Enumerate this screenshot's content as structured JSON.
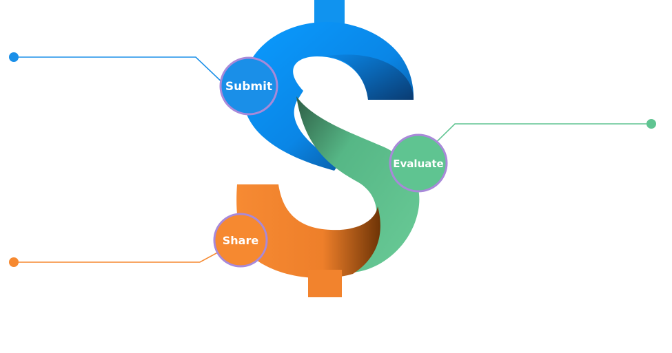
{
  "steps": [
    {
      "label": "Submit",
      "color": "#1a8fe8"
    },
    {
      "label": "Evaluate",
      "color": "#5fc491"
    },
    {
      "label": "Share",
      "color": "#f68930"
    }
  ],
  "colors": {
    "blue": "#0a8ef0",
    "blue_dark": "#0b4f8e",
    "green": "#67c894",
    "green_dark": "#2f6a4a",
    "orange": "#f68a33",
    "orange_dark": "#7a3c0a",
    "outline": "#a889d9"
  }
}
